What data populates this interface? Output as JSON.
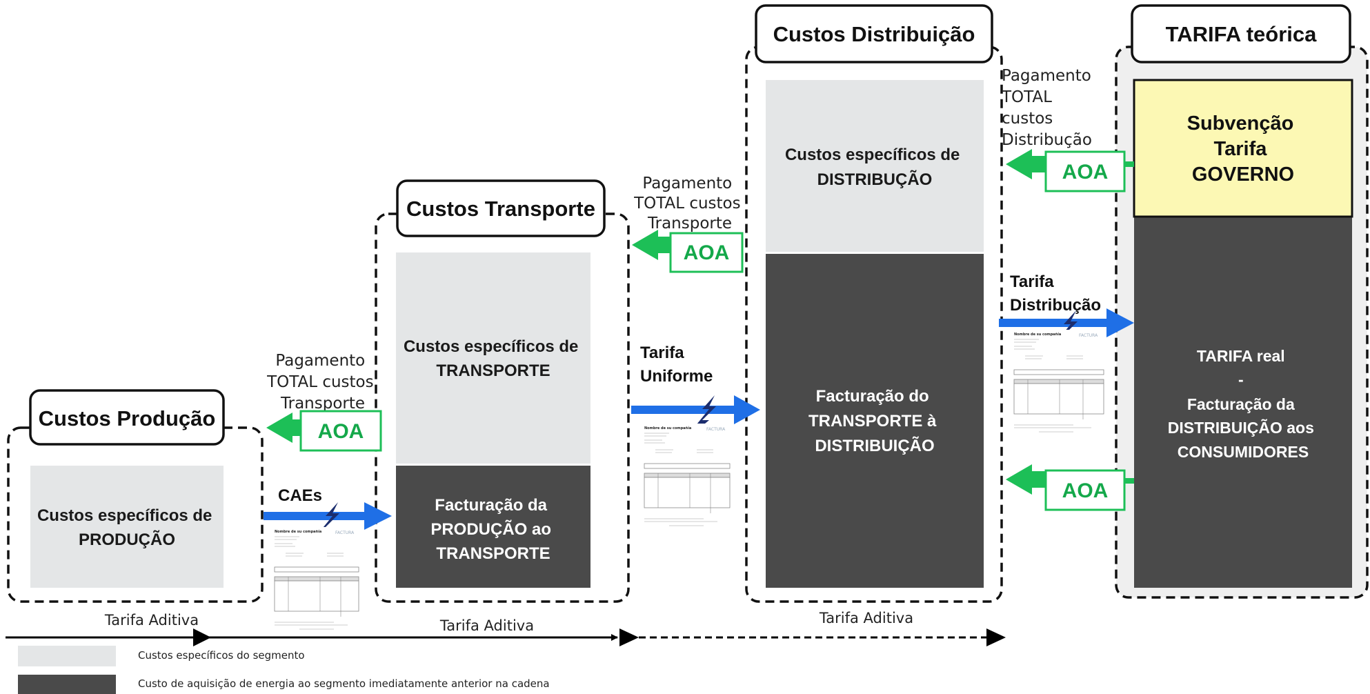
{
  "segments": {
    "producao": {
      "title": "Custos Produção",
      "specific_lines": [
        "Custos específicos de",
        "PRODUÇÃO"
      ]
    },
    "transporte": {
      "title": "Custos Transporte",
      "specific_lines": [
        "Custos específicos de",
        "TRANSPORTE"
      ],
      "billing_lines": [
        "Facturação da",
        "PRODUÇÃO ao",
        "TRANSPORTE"
      ]
    },
    "distribuicao": {
      "title": "Custos Distribuição",
      "specific_lines": [
        "Custos específicos de",
        "DISTRIBUÇÃO"
      ],
      "billing_lines": [
        "Facturação do",
        "TRANSPORTE à",
        "DISTRIBUIÇÃO"
      ]
    },
    "tarifa": {
      "title": "TARIFA teórica",
      "subsidy_lines": [
        "Subvenção",
        "Tarifa",
        "GOVERNO"
      ],
      "real_lines": [
        "TARIFA real",
        "-",
        "Facturação da",
        "DISTRIBUIÇÃO aos",
        "CONSUMIDORES"
      ]
    }
  },
  "payments": {
    "producao": [
      "Pagamento",
      "TOTAL custos",
      "Transporte"
    ],
    "transporte": [
      "Pagamento",
      "TOTAL custos",
      "Transporte"
    ],
    "distribuicao": [
      "Pagamento",
      "TOTAL",
      "custos",
      "Distribução"
    ]
  },
  "aoa_label": "AOA",
  "tariffs": {
    "caes": [
      "CAEs"
    ],
    "uniforme": [
      "Tarifa",
      "Uniforme"
    ],
    "distribuicao": [
      "Tarifa",
      "Distribução"
    ]
  },
  "additive": {
    "label_1": "Tarifa Aditiva",
    "label_2": "Tarifa Aditiva",
    "label_3": "Tarifa Aditiva"
  },
  "legend": {
    "specific": "Custos específicos do segmento",
    "acquisition": "Custo de aquisição de energia ao segmento imediatamente anterior na cadena"
  },
  "invoice": {
    "company": "Nombre de su compañía",
    "factura": "FACTURA"
  },
  "colors": {
    "light_box": "#e4e6e7",
    "dark_box": "#4a4a4a",
    "subsidy": "#fcf8b4",
    "blue_arrow": "#1f6fe6",
    "green_arrow": "#1dbf57",
    "aoa_text": "#14a84a",
    "bolt": "#1b2d6e"
  }
}
